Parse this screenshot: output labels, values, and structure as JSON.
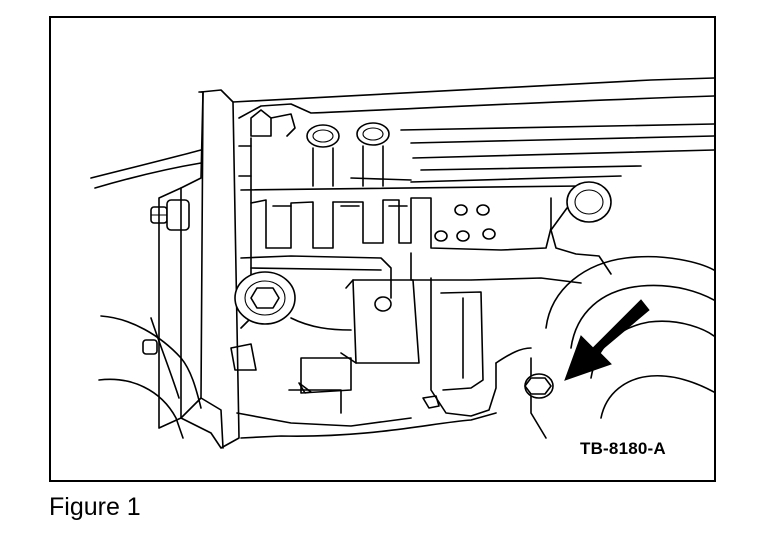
{
  "figure": {
    "caption": "Figure 1",
    "reference_code": "TB-8180-A",
    "colors": {
      "line": "#000000",
      "background": "#ffffff"
    },
    "callout": {
      "type": "arrow",
      "points_to": "bolt"
    }
  }
}
